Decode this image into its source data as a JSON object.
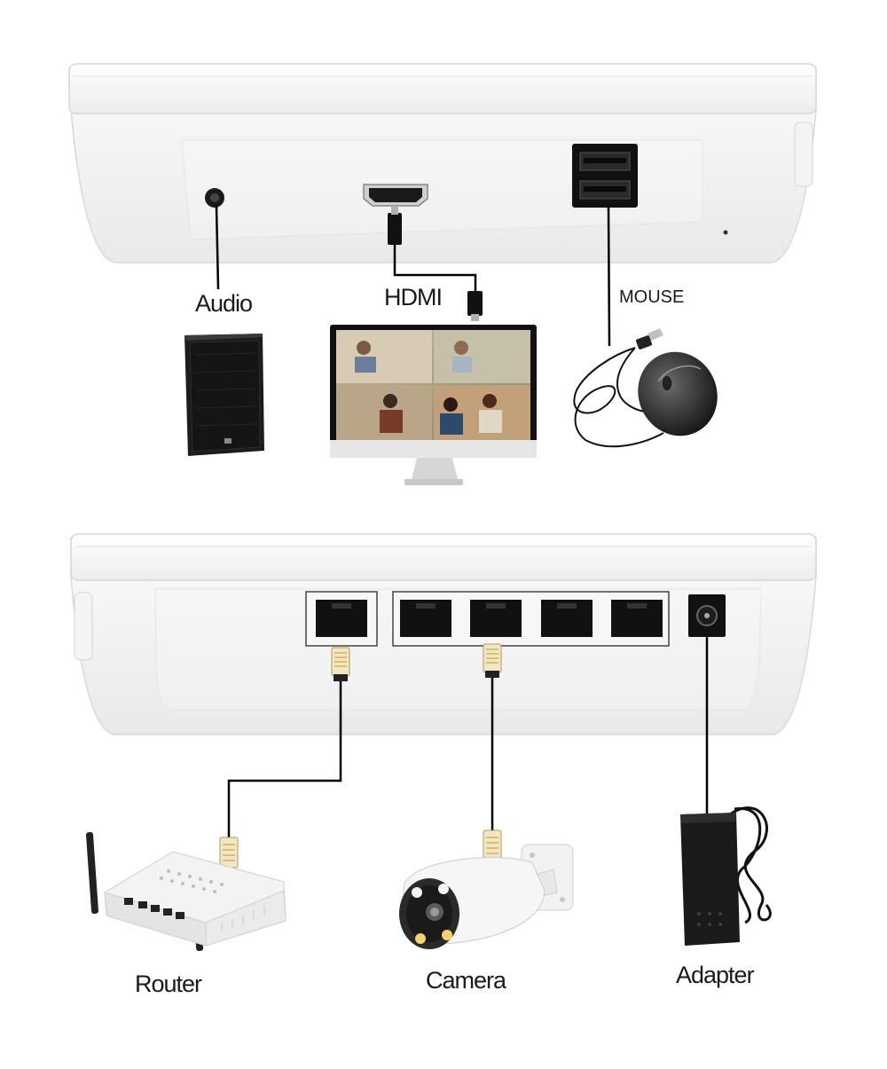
{
  "diagram": {
    "top_unit": {
      "ports": [
        {
          "name": "Audio",
          "label": "Audio"
        },
        {
          "name": "HDMI",
          "label": "HDMI"
        },
        {
          "name": "USB",
          "label": "MOUSE"
        }
      ],
      "devices": [
        "speaker",
        "monitor",
        "mouse"
      ]
    },
    "bottom_unit": {
      "ports": [
        "WAN",
        "LAN1",
        "LAN2",
        "LAN3",
        "LAN4",
        "DC"
      ],
      "devices": [
        {
          "name": "router",
          "label": "Router"
        },
        {
          "name": "camera",
          "label": "Camera"
        },
        {
          "name": "adapter",
          "label": "Adapter"
        }
      ]
    }
  },
  "colors": {
    "unit_body": "#f2f2f2",
    "port_black": "#111111",
    "cable": "#000000",
    "rj45_gold": "#d9b24a",
    "camera_body": "#f5f5f5"
  }
}
